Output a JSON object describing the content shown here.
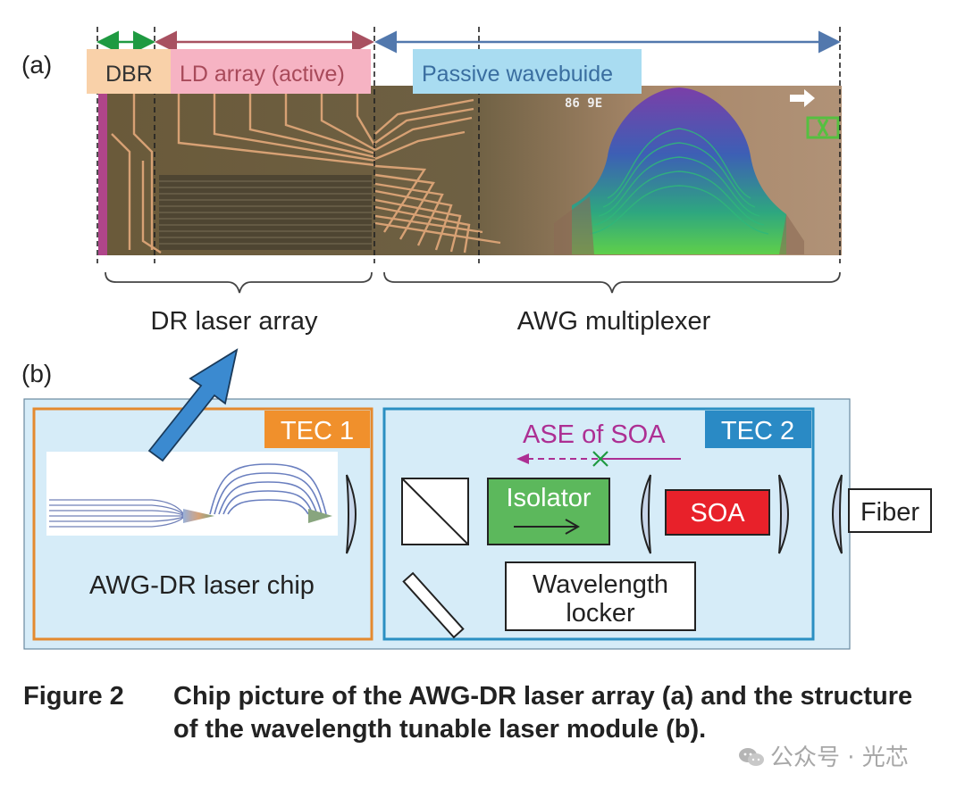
{
  "panel_a": {
    "label": "(a)",
    "sections": {
      "dbr": "DBR",
      "ld_array": "LD array (active)",
      "passive": "Passive wavebuide"
    },
    "chip_marking": "86 9E",
    "groups": {
      "dr_laser_array": "DR laser array",
      "awg_multiplexer": "AWG multiplexer"
    }
  },
  "panel_b": {
    "label": "(b)",
    "tec1": "TEC 1",
    "tec2": "TEC 2",
    "chip_label": "AWG-DR laser chip",
    "ase_label": "ASE of SOA",
    "isolator": "Isolator",
    "soa": "SOA",
    "fiber": "Fiber",
    "wavelength_locker": [
      "Wavelength",
      "locker"
    ]
  },
  "caption": {
    "number": "Figure 2",
    "text": "Chip picture of the AWG-DR laser array (a) and the structure of the wavelength tunable laser module (b)."
  },
  "watermark": "公众号 · 光芯",
  "colors": {
    "dbr_bg": "#f9d1a9",
    "ld_bg": "#f6b3c3",
    "passive_bg": "#a9dcf1",
    "arrow_green": "#1f9a41",
    "arrow_red": "#a85161",
    "arrow_blue": "#5278ad",
    "module_bg": "#d6ecf8",
    "tec1_border": "#e48a2f",
    "tec2_border": "#2b8fc2",
    "tec1_label_bg": "#f0902c",
    "tec2_label_bg": "#2a8ac5",
    "isolator_bg": "#5cb85c",
    "soa_bg": "#e8212a",
    "ase_color": "#ad2f93",
    "big_arrow": "#3b8ad0"
  }
}
